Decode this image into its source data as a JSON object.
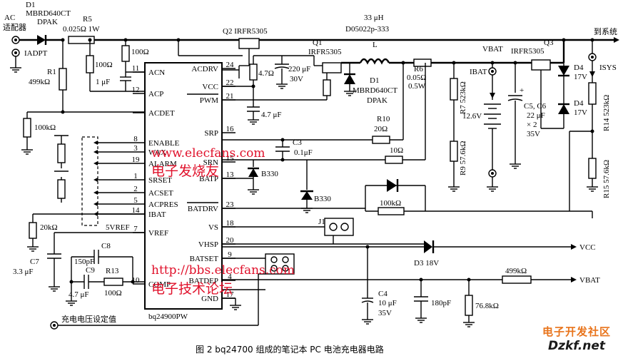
{
  "chip": {
    "name": "bq24900PW"
  },
  "left_pins": [
    {
      "label": "ACN",
      "num": "11"
    },
    {
      "label": "ACP",
      "num": "12"
    },
    {
      "label": "ACDET",
      "num": ""
    },
    {
      "label": "ENABLE",
      "num": "8"
    },
    {
      "label": "WAX",
      "num": "3"
    },
    {
      "label": "ALARM",
      "num": "19"
    },
    {
      "label": "SRSET",
      "num": "1"
    },
    {
      "label": "ACSET",
      "num": "2"
    },
    {
      "label": "ACPRES",
      "num": "5"
    },
    {
      "label": "IBAT",
      "num": "14"
    },
    {
      "label": "VREF",
      "num": "7"
    },
    {
      "label": "COMP",
      "num": "10"
    }
  ],
  "right_pins": [
    {
      "label": "ACDRV",
      "num": "24"
    },
    {
      "label": "VCC",
      "num": "22"
    },
    {
      "label": "PWM",
      "num": "21"
    },
    {
      "label": "SRP",
      "num": "16"
    },
    {
      "label": "SRN",
      "num": "15"
    },
    {
      "label": "BATP",
      "num": "13"
    },
    {
      "label": "BATDRV",
      "num": "23"
    },
    {
      "label": "VS",
      "num": "18"
    },
    {
      "label": "VHSP",
      "num": "20"
    },
    {
      "label": "BATSET",
      "num": "9"
    },
    {
      "label": "BATDEP",
      "num": "4"
    },
    {
      "label": "GND",
      "num": "17"
    }
  ],
  "labels": {
    "d1_top": "D1",
    "d1_top_part": "MBRD640CT",
    "d1_top_pkg": "DPAK",
    "ac_adapter_1": "AC",
    "ac_adapter_2": "适配器",
    "i_adpt": "IADPT",
    "r5": "R5",
    "r5_val": "0.025Ω  1W",
    "q2": "Q2  IRFR5305",
    "inductor": "33 μH",
    "inductor_part": "D05022p-333",
    "l": "L",
    "q1": "Q1",
    "q1_part": "IRFR5305",
    "q3": "Q3",
    "q3_part": "IRFR5305",
    "to_system": "到系统",
    "i_sys": "ISYS",
    "vbat_top": "VBAT",
    "i_bat": "IBAT",
    "r6": "R6",
    "r6_val": "0.05Ω",
    "r6_pow": "0.5W",
    "d1_mid": "D1",
    "d1_mid_part": "MBRD640CT",
    "d1_mid_pkg": "DPAK",
    "r1": "R1",
    "r1_val": "499kΩ",
    "r_100a": "100Ω",
    "r_100b": "100Ω",
    "c_1u": "1 μF",
    "r_100k": "100kΩ",
    "r_4k7": "4.7Ω",
    "c_220u": "220 μF",
    "c_220u_v": "30V",
    "c_4u7": "4.7 μF",
    "r7": "R7  523kΩ",
    "r9": "R9  57.6kΩ",
    "battery": "12.6V",
    "c5c6_1": "C5, C6",
    "c5c6_2": "22 μF",
    "c5c6_3": "× 2",
    "c5c6_4": "35V",
    "d4a": "D4",
    "d4a_v": "17V",
    "d4b": "D4",
    "d4b_v": "17V",
    "r14": "R14  523kΩ",
    "r15": "R15  57.6kΩ",
    "r10": "R10",
    "r10_val": "20Ω",
    "c3": "C3",
    "c3_val": "0.1μF",
    "r_10": "10Ω",
    "b330a": "B330",
    "b330b": "B330",
    "r_100k_b": "100kΩ",
    "j1": "J1",
    "r_20k": "20kΩ",
    "vref_5": "5VREF",
    "c7": "C7",
    "c7_val": "3.3 μF",
    "c8": "C8",
    "c8_val": "150pF",
    "c9": "C9",
    "c9_val": "4.7 μF",
    "r13": "R13",
    "r13_val": "100Ω",
    "vcc_out": "VCC",
    "d3": "D3  18V",
    "r_499k": "499kΩ",
    "vbat_out": "VBAT",
    "c4": "C4",
    "c4_1": "10 μF",
    "c4_2": "35V",
    "c_180p": "180pF",
    "r_76k8": "76.8kΩ",
    "charge_set": "充电电压设定值"
  },
  "watermarks": {
    "url1": "www.elecfans.com",
    "cn1": "电子发烧友",
    "url2": "http://bbs.elecfans.com",
    "cn2": "电子技术论坛"
  },
  "caption": "图 2   bq24700 组成的笔记本 PC 电池充电器电路",
  "logo": {
    "line1a": "电子开发",
    "line1b": "社区",
    "line2": "Dzkf.net"
  }
}
